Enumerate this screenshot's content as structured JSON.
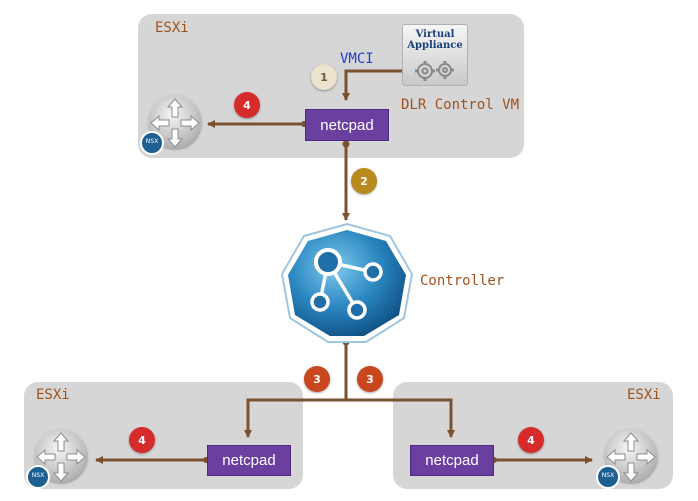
{
  "hosts": {
    "top": {
      "label": "ESXi"
    },
    "bottom_left": {
      "label": "ESXi"
    },
    "bottom_right": {
      "label": "ESXi"
    }
  },
  "vm": {
    "appliance_line1": "Virtual",
    "appliance_line2": "Appliance",
    "name": "DLR Control VM",
    "vmci_label": "VMCI"
  },
  "components": {
    "netcpad_top": "netcpad",
    "netcpad_left": "netcpad",
    "netcpad_right": "netcpad",
    "controller": "Controller"
  },
  "router_badge": "NSX",
  "steps": {
    "vmci": "1",
    "to_controller": "2",
    "to_left": "3",
    "to_right": "3",
    "top_router": "4",
    "left_router": "4",
    "right_router": "4"
  },
  "colors": {
    "line": "#7a5230",
    "step1": "#ece3cf",
    "step2": "#b8891d",
    "step3": "#c8471e",
    "step4": "#d62b2b",
    "netcpad": "#6b3fa0",
    "host_bg": "#d6d6d6",
    "label": "#a0521d",
    "vmci": "#1f3fd1"
  }
}
